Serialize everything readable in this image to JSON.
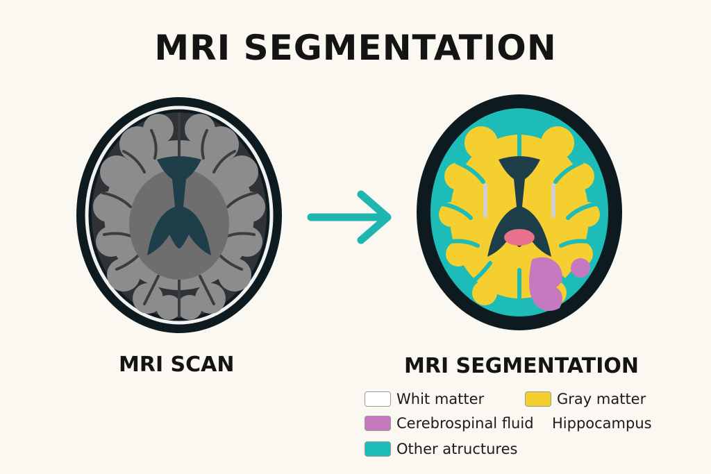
{
  "title": "MRI SEGMENTATION",
  "panels": {
    "scan_label": "MRI SCAN",
    "segmentation_label": "MRI SEGMENTATION"
  },
  "legend": [
    {
      "label": "Whit matter",
      "color": "#ffffff",
      "swatch": true
    },
    {
      "label": "Gray matter",
      "color": "#f5cf2f",
      "swatch": true
    },
    {
      "label": "Cerebrospinal fluid",
      "color": "#c57ac0",
      "swatch": true
    },
    {
      "label": "Hippocampus",
      "color": "",
      "swatch": false
    },
    {
      "label": "Other atructures",
      "color": "#1ebcb9",
      "swatch": true
    }
  ],
  "colors": {
    "arrow": "#1fb5b0",
    "outline": "#0d1a1f",
    "scan_tissue": "#8c8c8c",
    "scan_dark": "#555555",
    "ventricle": "#1e3e4a",
    "teal_region": "#1ebcb9",
    "yellow_region": "#f5cf2f",
    "pink_region": "#e9718e",
    "purple_region": "#c57ac0"
  },
  "icons": {
    "arrow": "right-arrow-icon"
  }
}
